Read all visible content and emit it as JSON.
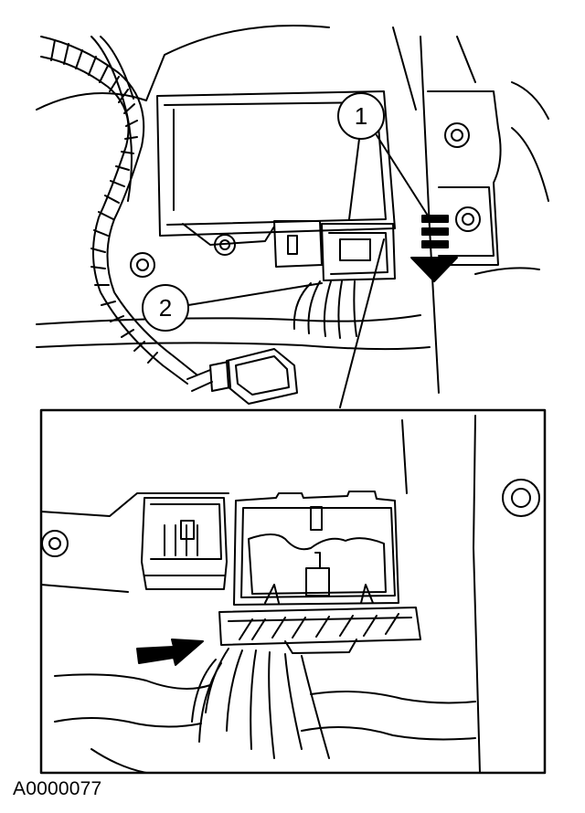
{
  "figure": {
    "id": "A0000077",
    "callouts": [
      {
        "number": "1",
        "target": "connector-locking-tab"
      },
      {
        "number": "2",
        "target": "electrical-connector"
      }
    ],
    "icons": [
      "push-arrow-icon",
      "slide-direction-arrow-icon"
    ],
    "colors": {
      "ink": "#000000",
      "paper": "#ffffff"
    }
  }
}
